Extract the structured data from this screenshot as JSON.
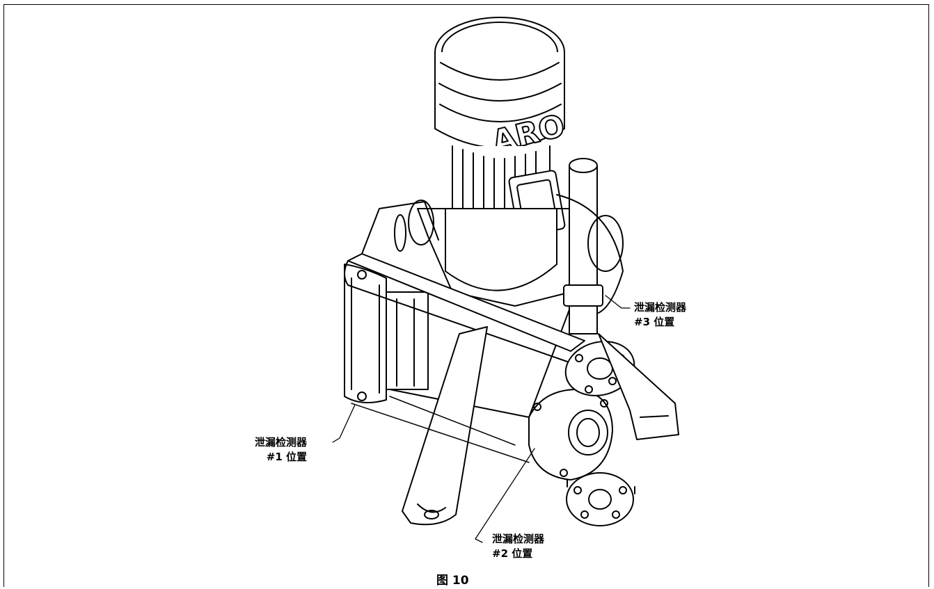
{
  "diagram": {
    "motor_brand": "ARO",
    "caption": "图 10",
    "callouts": [
      {
        "id": "leak-detector-1",
        "line1": "泄漏检测器",
        "line2": "#1 位置"
      },
      {
        "id": "leak-detector-2",
        "line1": "泄漏检测器",
        "line2": "#2 位置"
      },
      {
        "id": "leak-detector-3",
        "line1": "泄漏检测器",
        "line2": "#3 位置"
      }
    ]
  }
}
